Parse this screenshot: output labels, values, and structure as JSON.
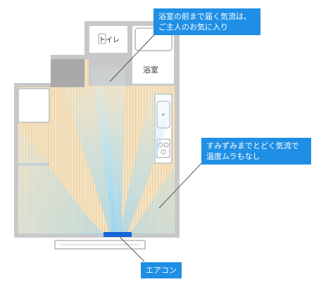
{
  "rooms": {
    "toilet": "トイレ",
    "bathroom": "浴室"
  },
  "callouts": {
    "front_of_bath": "浴室の前まで届く気流は、\nご主人のお気に入り",
    "airflow_even": "すみずみまでとどく気流で\n温度ムラもなし",
    "aircon": "エアコン"
  },
  "colors": {
    "floor": "#f6e3c2",
    "floor_stripe": "#ecd5ac",
    "wall": "#c8c8c8",
    "airflow": "#9fd8f5",
    "aircon_unit": "#1565d8",
    "callout_bg": "#1f8fe5",
    "dark_block": "#a9a9a9"
  }
}
